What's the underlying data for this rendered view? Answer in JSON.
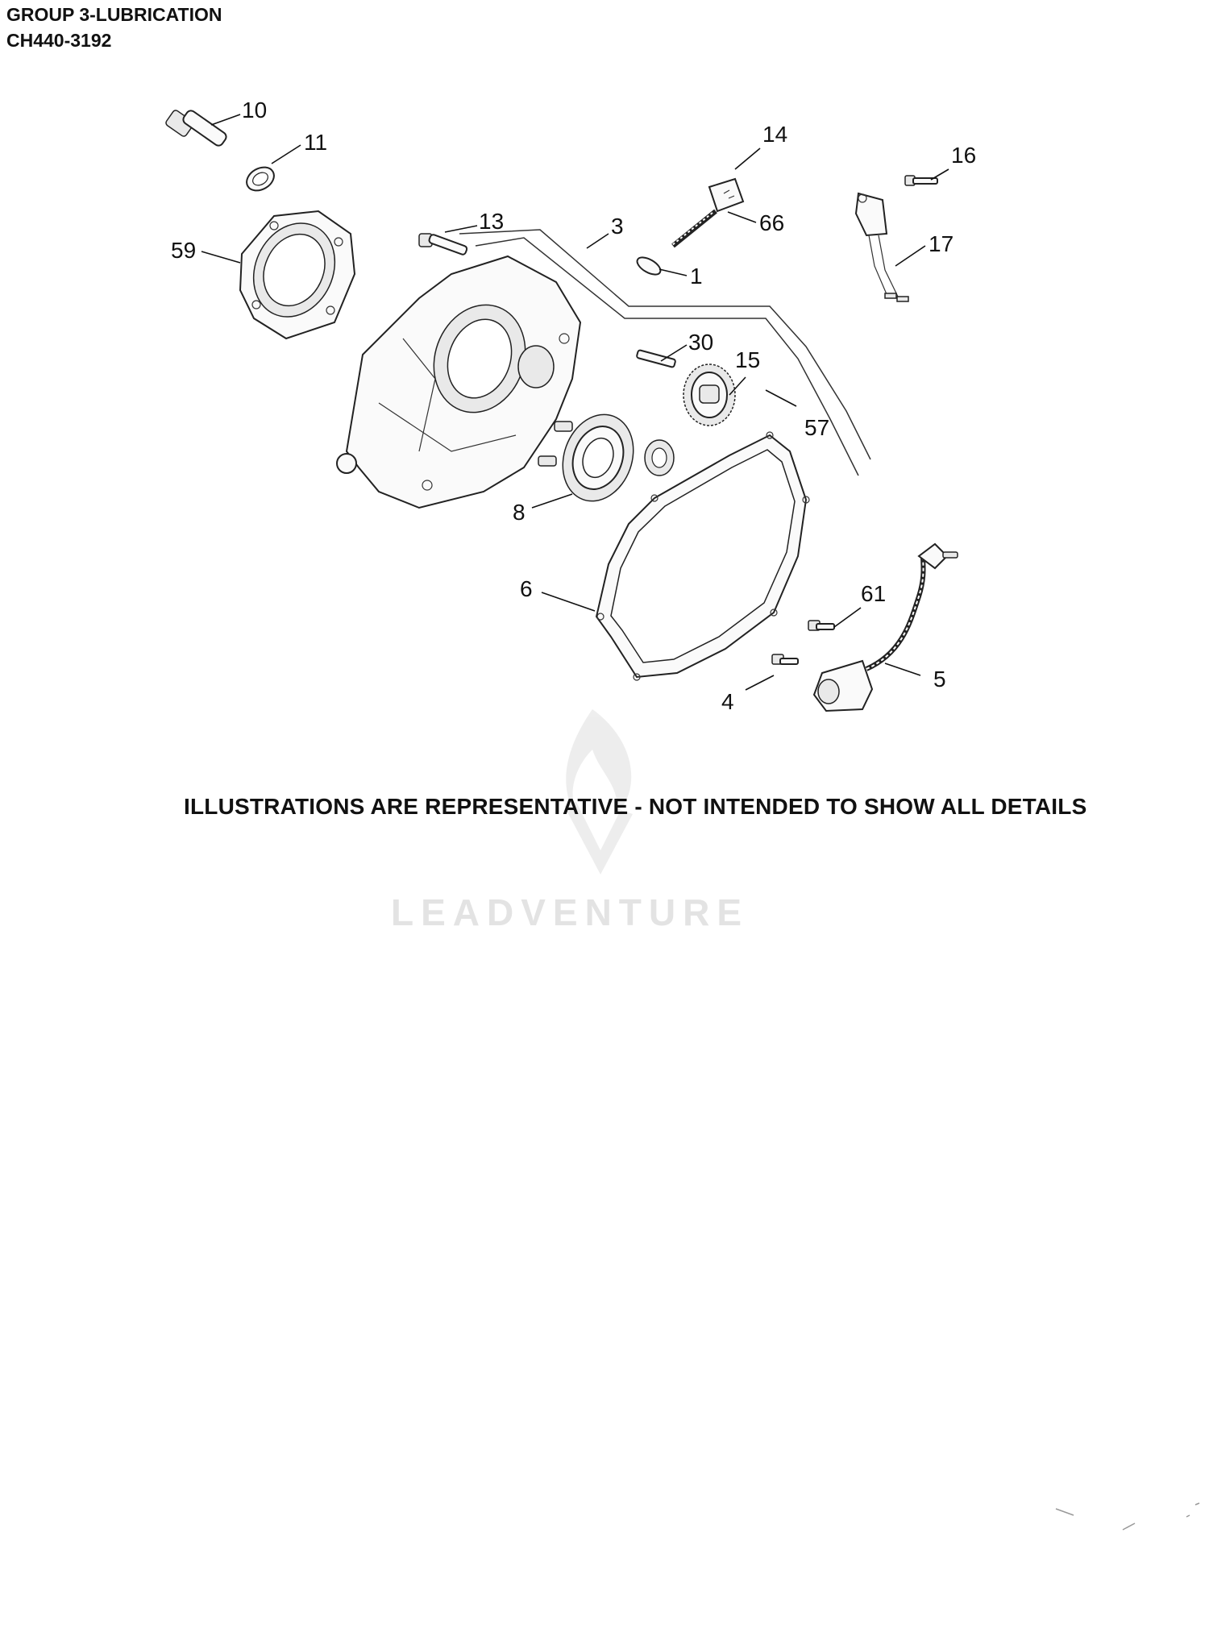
{
  "header": {
    "group": "GROUP 3-LUBRICATION",
    "model": "CH440-3192"
  },
  "callouts": [
    "10",
    "11",
    "59",
    "13",
    "3",
    "14",
    "66",
    "1",
    "16",
    "17",
    "30",
    "15",
    "57",
    "8",
    "6",
    "61",
    "5",
    "4"
  ],
  "disclaimer": "ILLUSTRATIONS ARE REPRESENTATIVE - NOT INTENDED TO SHOW ALL DETAILS",
  "watermark": {
    "text": "LEADVENTURE",
    "icon": "flame-logo-icon",
    "color": "#e3e3e3"
  }
}
